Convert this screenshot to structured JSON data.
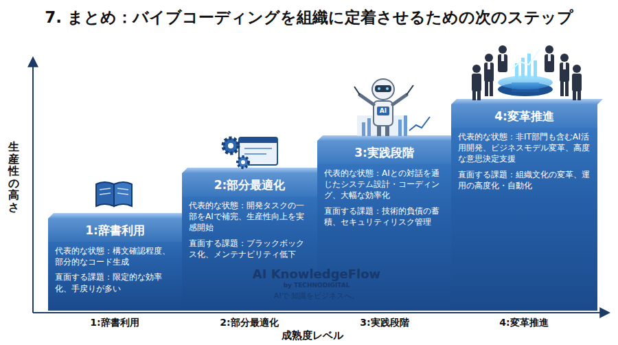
{
  "diagram": {
    "title": "7. まとめ：バイブコーディングを組織に定着させるための次のステップ",
    "nodes": [
      {
        "text": [
          "1:辞書利用",
          "代表的な状態：構文確認程度、部分的なコード生成",
          "直面する課題：限定的な効率化、手戻りが多い"
        ]
      },
      {
        "text": [
          "2:部分最適化",
          "代表的な状態：開発タスクの一部をAIで補完、生産性向上を実感開始",
          "直面する課題：ブラックボックス化、メンテナビリティ低下"
        ]
      },
      {
        "text": [
          "3:実践段階",
          "代表的な状態：AIとの対話を通じたシステム設計・コーディング、大幅な効率化",
          "直面する課題：技術的負債の蓄積、セキュリティリスク管理"
        ]
      },
      {
        "text": [
          "4:変革推進",
          "代表的な状態：非IT部門も含むAI活用開発、ビジネスモデル変革、高度な意思決定支援",
          "直面する課題：組織文化の変革、運用の高度化・自動化"
        ]
      }
    ],
    "labels": [
      "生産性の高さ",
      "AI",
      "AI KnowledgeFlow",
      "by TECHNODIGITAL",
      "AIで 知識をビジネスへ。",
      "1:辞書利用",
      "2:部分最適化",
      "3:実践段階",
      "4:変革推進",
      "成熟度レベル"
    ]
  }
}
